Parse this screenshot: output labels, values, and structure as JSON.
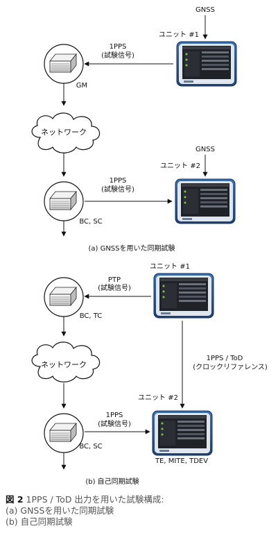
{
  "diagram_a": {
    "gnss_label": "GNSS",
    "unit1_label": "ユニット #1",
    "signal1_line1": "1PPS",
    "signal1_line2": "(試験信号)",
    "gm_label": "GM",
    "network_label": "ネットワーク",
    "gnss2_label": "GNSS",
    "unit2_label": "ユニット #2",
    "signal2_line1": "1PPS",
    "signal2_line2": "(試験信号)",
    "bcsc_label": "BC, SC",
    "caption": "(a) GNSSを用いた同期試験"
  },
  "diagram_b": {
    "unit1_label": "ユニット #1",
    "signal1_line1": "PTP",
    "signal1_line2": "(試験信号)",
    "bctc_label": "BC, TC",
    "network_label": "ネットワーク",
    "ref_line1": "1PPS / ToD",
    "ref_line2": "(クロックリファレンス)",
    "unit2_label": "ユニット #2",
    "signal2_line1": "1PPS",
    "signal2_line2": "(試験信号)",
    "bcsc_label": "BC, SC",
    "tests_label": "TE, MITE, TDEV",
    "caption": "(b) 自己同期試験"
  },
  "figure_caption": {
    "number": "図 2",
    "title": "1PPS / ToD 出力を用いた試験構成:",
    "line_a": "(a) GNSSを用いた同期試験",
    "line_b": "(b) 自己同期試験"
  }
}
